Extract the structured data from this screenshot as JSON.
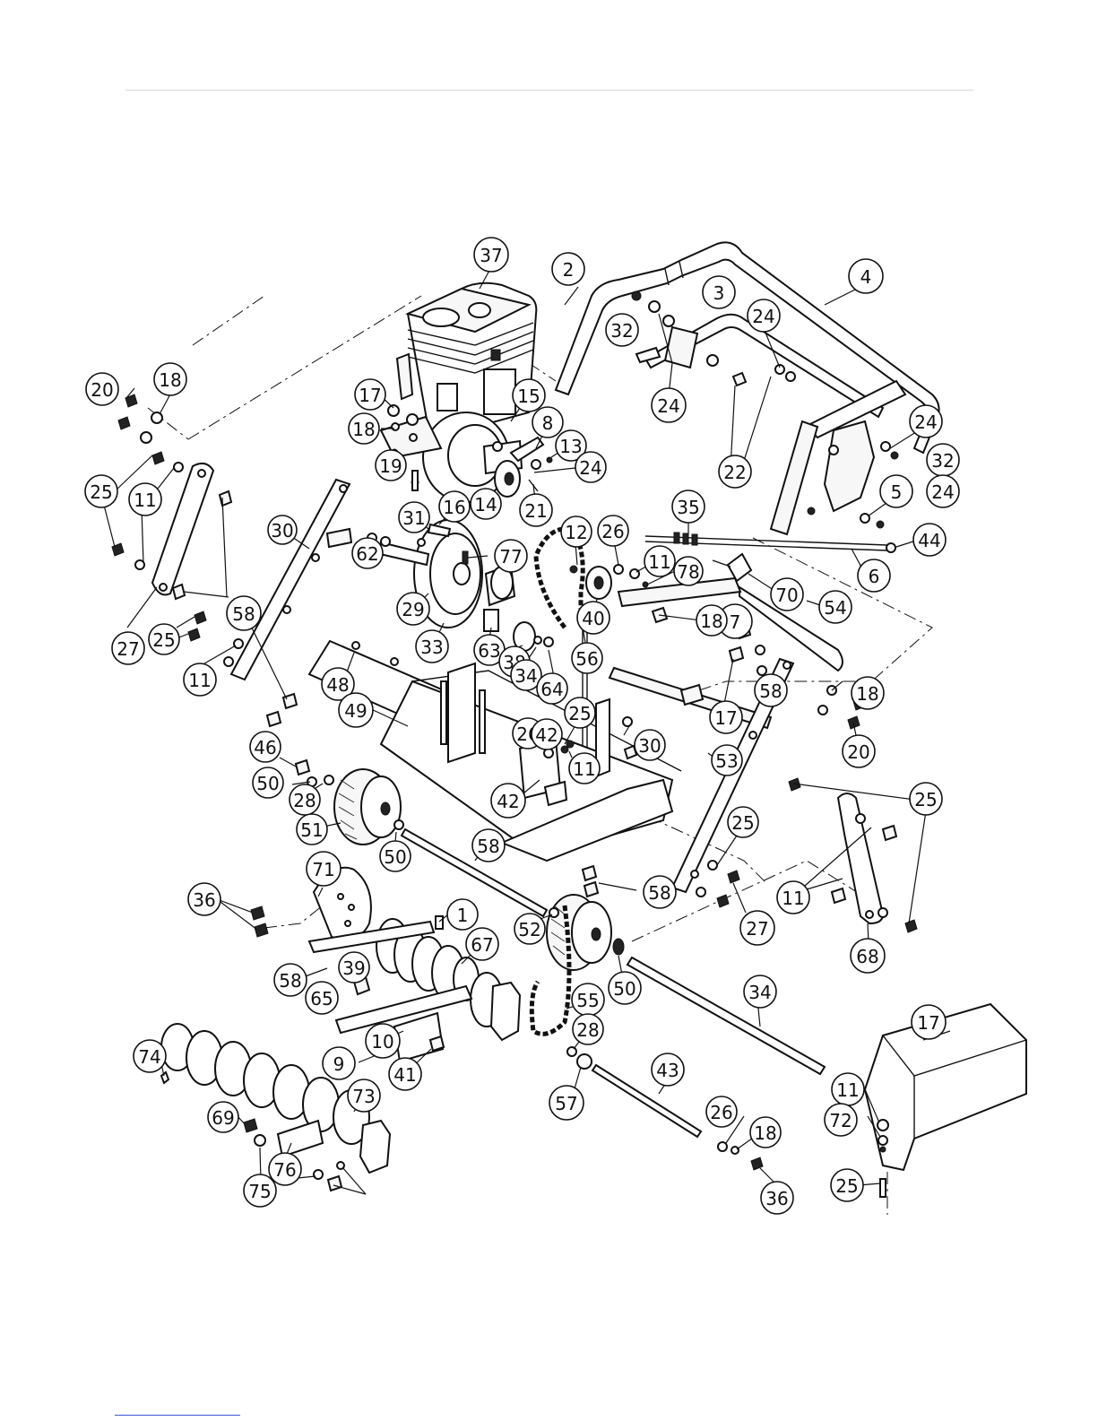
{
  "callouts": [
    "37",
    "2",
    "3",
    "4",
    "32",
    "24",
    "24",
    "22",
    "24",
    "32",
    "5",
    "24",
    "44",
    "35",
    "6",
    "70",
    "54",
    "20",
    "18",
    "17",
    "18",
    "15",
    "8",
    "13",
    "24",
    "14",
    "19",
    "21",
    "16",
    "31",
    "30",
    "62",
    "29",
    "33",
    "77",
    "63",
    "38",
    "34",
    "64",
    "12",
    "26",
    "11",
    "78",
    "40",
    "56",
    "7",
    "18",
    "58",
    "25",
    "11",
    "58",
    "27",
    "25",
    "11",
    "48",
    "49",
    "17",
    "18",
    "20",
    "46",
    "50",
    "28",
    "51",
    "50",
    "26",
    "25",
    "11",
    "42",
    "42",
    "30",
    "53",
    "58",
    "58",
    "11",
    "25",
    "25",
    "27",
    "68",
    "71",
    "36",
    "1",
    "67",
    "58",
    "39",
    "65",
    "10",
    "9",
    "41",
    "55",
    "28",
    "50",
    "52",
    "34",
    "57",
    "43",
    "17",
    "11",
    "26",
    "18",
    "72",
    "25",
    "36",
    "74",
    "69",
    "73",
    "76",
    "75"
  ]
}
